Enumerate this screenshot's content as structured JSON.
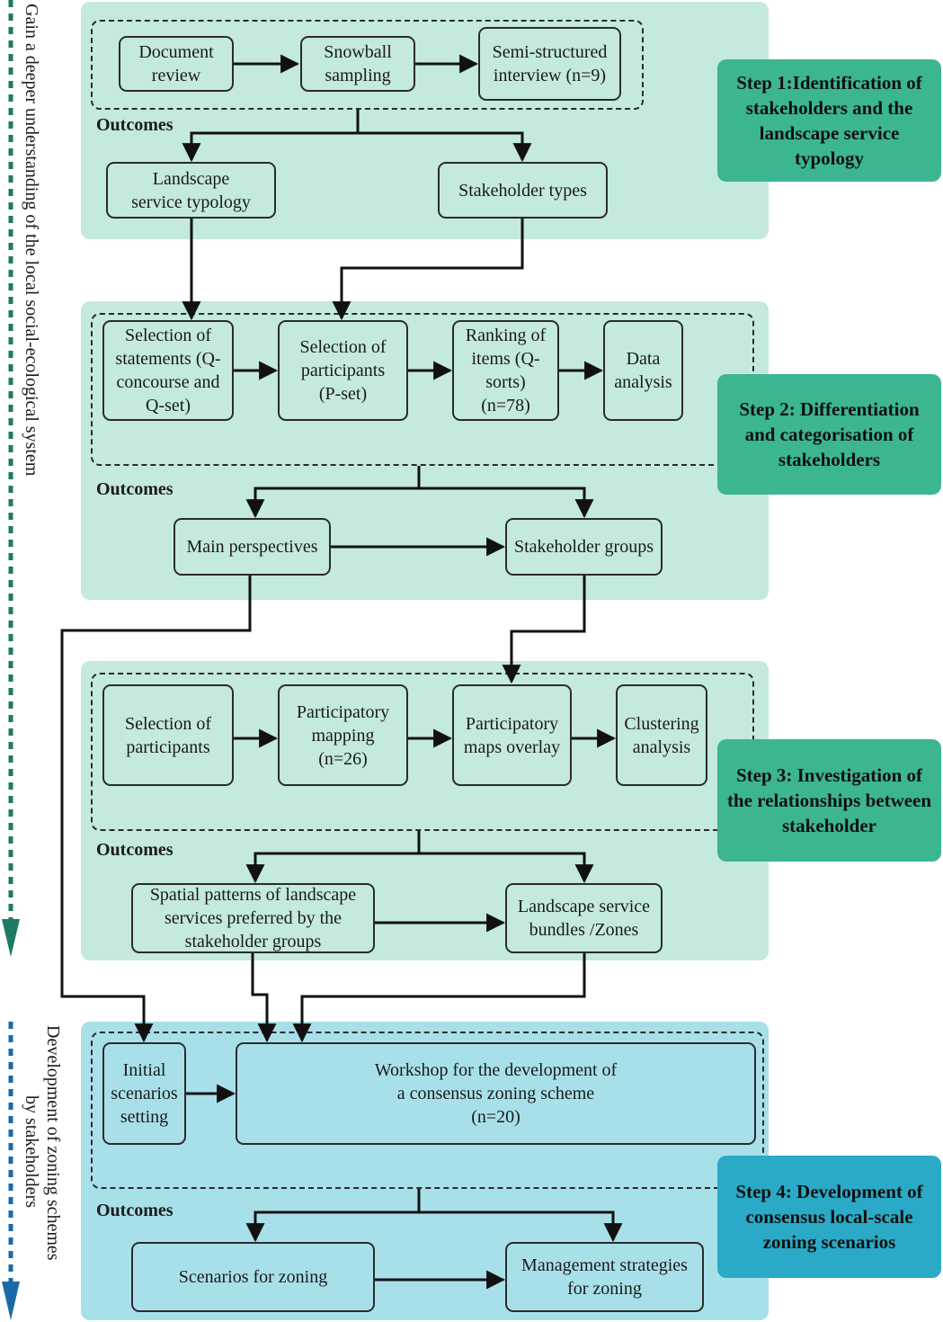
{
  "side_labels": {
    "top": "Gain a deeper understanding of the local social-ecological system",
    "bottom_line1": "Development of zoning schemes",
    "bottom_line2": "by stakeholders"
  },
  "outcomes_label": "Outcomes",
  "colors": {
    "green_panel": "#c4e9de",
    "blue_panel": "#a8e0ea",
    "green_step": "#3cb593",
    "blue_step": "#2aaac6",
    "green_arrow": "#1f7a63",
    "blue_arrow": "#1a6aa8"
  },
  "steps": {
    "step1": {
      "tag": "Step 1:Identification of stakeholders and the landscape service typology",
      "document_review": "Document review",
      "snowball_sampling": "Snowball sampling",
      "semi_structured_interview": "Semi-structured interview (n=9)",
      "landscape_service_typology": "Landscape service typology",
      "stakeholder_types": "Stakeholder types"
    },
    "step2": {
      "tag": "Step 2: Differentiation and categorisation of stakeholders",
      "selection_statements": "Selection of statements (Q-concourse and Q-set)",
      "selection_participants": "Selection of participants (P-set)",
      "ranking_items": "Ranking of items (Q-sorts) (n=78)",
      "data_analysis": "Data analysis",
      "main_perspectives": "Main perspectives",
      "stakeholder_groups": "Stakeholder groups"
    },
    "step3": {
      "tag": "Step 3: Investigation of the relationships between stakeholder",
      "selection_participants": "Selection of participants",
      "participatory_mapping": "Participatory mapping (n=26)",
      "participatory_maps_overlay": "Participatory maps overlay",
      "clustering_analysis": "Clustering analysis",
      "spatial_patterns": "Spatial patterns of landscape services preferred by the stakeholder groups",
      "ls_bundles": "Landscape service bundles /Zones"
    },
    "step4": {
      "tag": "Step 4: Development of consensus local-scale zoning scenarios",
      "initial_scenarios": "Initial scenarios setting",
      "workshop": "Workshop for the development of a consensus zoning scheme (n=20)",
      "scenarios_zoning": "Scenarios for zoning",
      "management_strategies": "Management strategies for zoning"
    }
  }
}
